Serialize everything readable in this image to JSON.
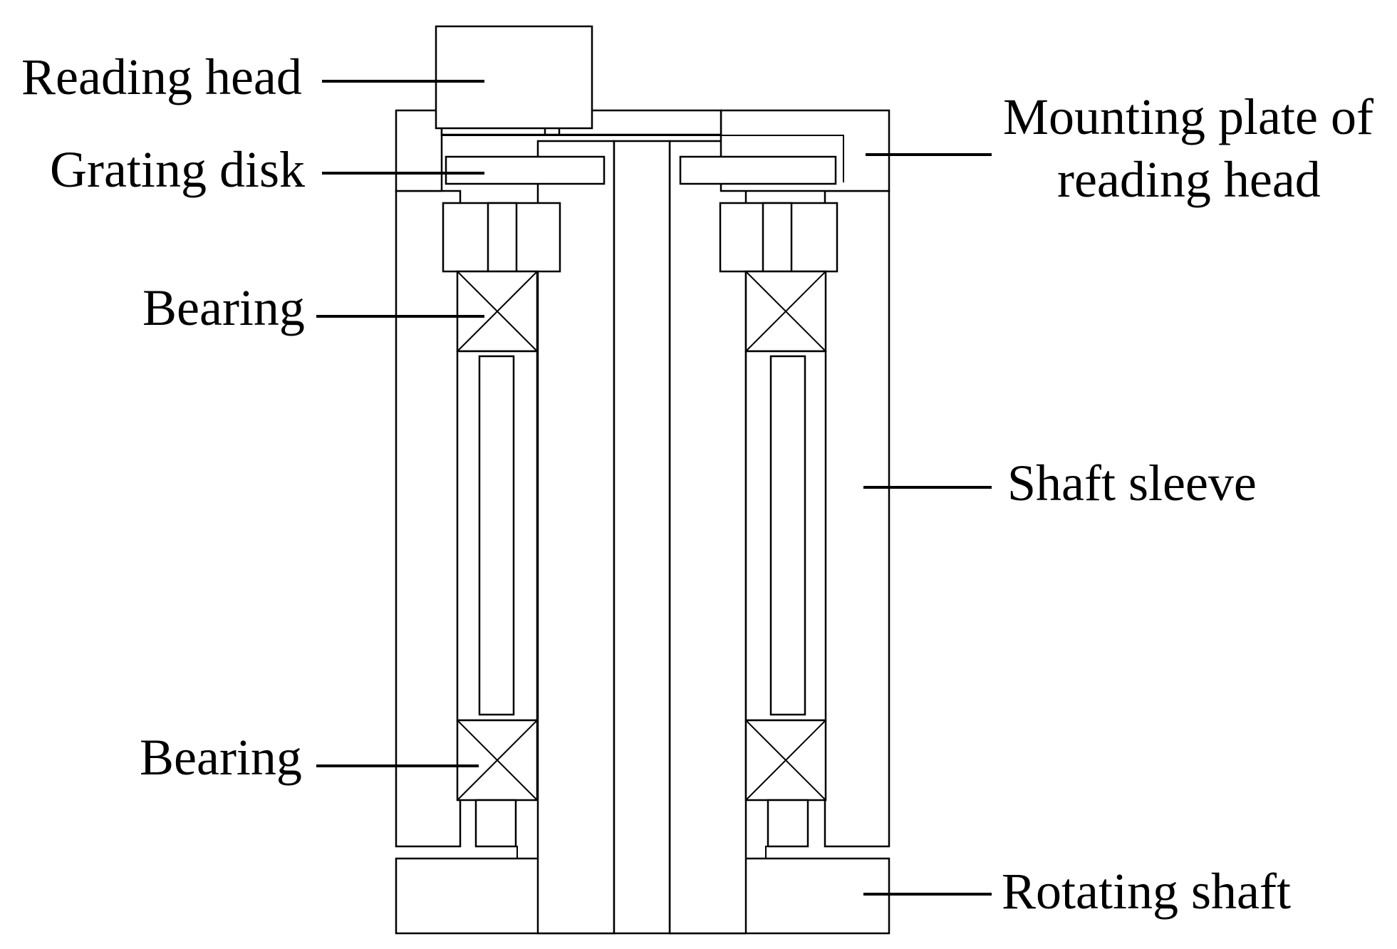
{
  "labels": {
    "reading_head": "Reading head",
    "grating_disk": "Grating disk",
    "bearing_top": "Bearing",
    "bearing_bottom": "Bearing",
    "mounting_plate_line1": "Mounting plate of",
    "mounting_plate_line2": "reading head",
    "shaft_sleeve": "Shaft sleeve",
    "rotating_shaft": "Rotating shaft"
  },
  "colors": {
    "line": "#000000",
    "background": "#ffffff"
  }
}
